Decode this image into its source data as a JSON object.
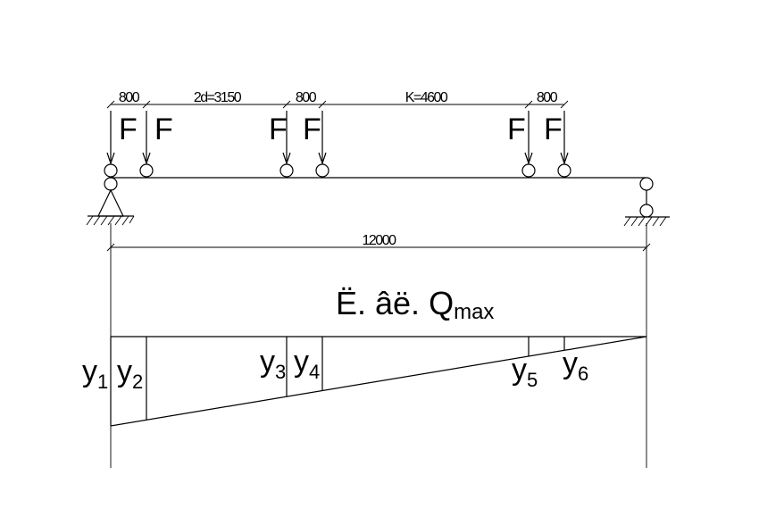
{
  "dimensions": {
    "d1": "800",
    "d2": "2d=3150",
    "d3": "800",
    "d4": "K=4600",
    "d5": "800",
    "span": "12000"
  },
  "force_label": "F",
  "influence_line_title": {
    "main": "Ë. âë. Q",
    "sub": "max"
  },
  "ordinates": [
    {
      "base": "y",
      "sub": "1"
    },
    {
      "base": "y",
      "sub": "2"
    },
    {
      "base": "y",
      "sub": "3"
    },
    {
      "base": "y",
      "sub": "4"
    },
    {
      "base": "y",
      "sub": "5"
    },
    {
      "base": "y",
      "sub": "6"
    }
  ]
}
